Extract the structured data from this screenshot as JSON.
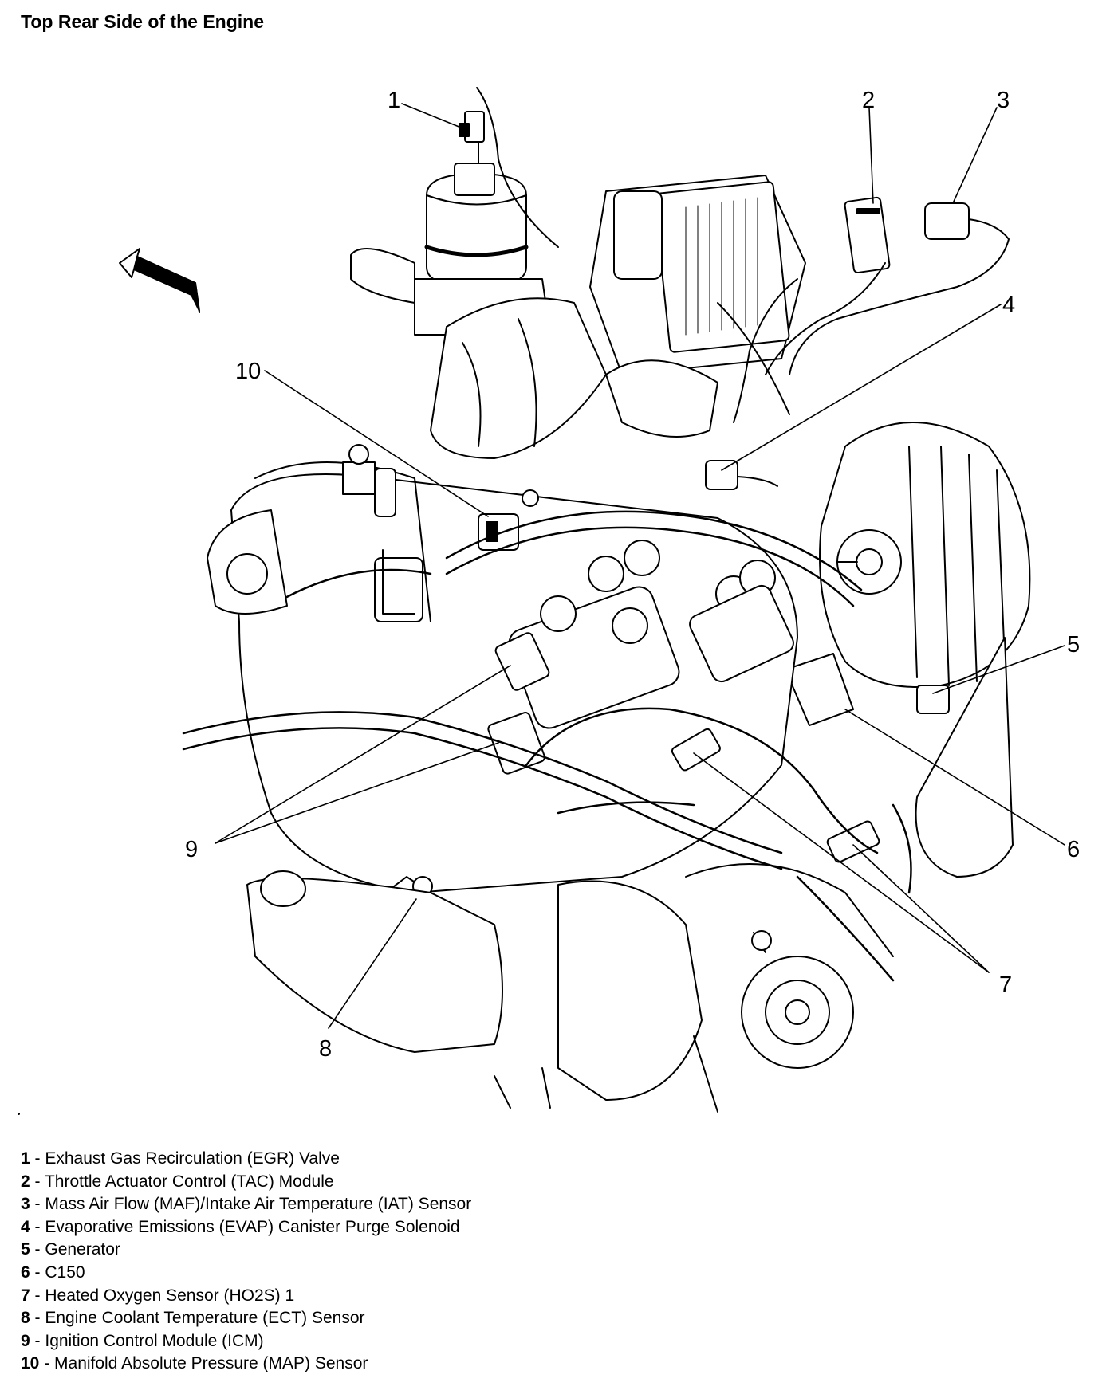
{
  "title": "Top Rear Side of the Engine",
  "callouts": [
    "1",
    "2",
    "3",
    "4",
    "5",
    "6",
    "7",
    "8",
    "9",
    "10"
  ],
  "legend": [
    {
      "num": "1",
      "sep": " - ",
      "label": "Exhaust Gas Recirculation (EGR) Valve"
    },
    {
      "num": "2",
      "sep": " - ",
      "label": "Throttle Actuator Control (TAC) Module"
    },
    {
      "num": "3",
      "sep": " - ",
      "label": "Mass Air Flow (MAF)/Intake Air Temperature (IAT) Sensor"
    },
    {
      "num": "4",
      "sep": " - ",
      "label": "Evaporative Emissions (EVAP) Canister Purge Solenoid"
    },
    {
      "num": "5",
      "sep": " - ",
      "label": "Generator"
    },
    {
      "num": "6",
      "sep": " - ",
      "label": "C150"
    },
    {
      "num": "7",
      "sep": " - ",
      "label": "Heated Oxygen Sensor (HO2S) 1"
    },
    {
      "num": "8",
      "sep": " - ",
      "label": "Engine Coolant Temperature (ECT) Sensor"
    },
    {
      "num": "9",
      "sep": " - ",
      "label": "Ignition Control Module (ICM)"
    },
    {
      "num": "10",
      "sep": " - ",
      "label": "Manifold Absolute Pressure (MAP) Sensor"
    }
  ]
}
